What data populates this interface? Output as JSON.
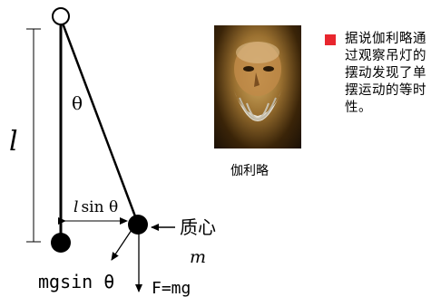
{
  "diagram": {
    "length_symbol": "l",
    "angle_label": "θ",
    "displacement_label_var": "l",
    "displacement_label_rest": "sin θ",
    "center_of_mass_label": "质心",
    "mass_label": "m",
    "tangential_force_label": "mgsin θ",
    "gravity_label": "F=mg"
  },
  "portrait": {
    "caption": "伽利略"
  },
  "note": {
    "text": "据说伽利略通过观察吊灯的摆动发现了单摆运动的等时性。",
    "bullet_color": "#e8262e"
  }
}
